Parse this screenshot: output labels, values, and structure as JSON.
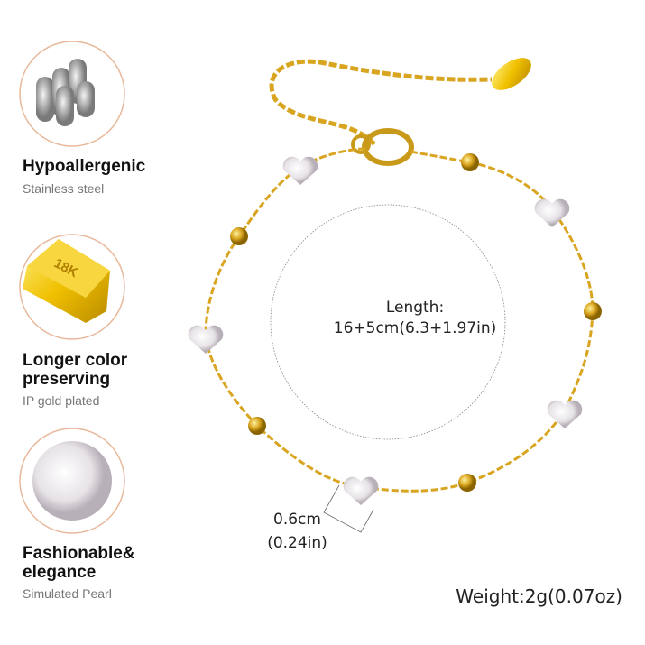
{
  "features": [
    {
      "title": "Hypoallergenic",
      "subtitle": "Stainless steel",
      "icon": "steel-rods-icon",
      "badge_text": ""
    },
    {
      "title": "Longer color preserving",
      "title_line1": "Longer color",
      "title_line2": "preserving",
      "subtitle": "IP gold plated",
      "icon": "gold-bar-icon",
      "badge_text": "18K"
    },
    {
      "title": "Fashionable& elegance",
      "title_line1": "Fashionable&",
      "title_line2": "elegance",
      "subtitle": "Simulated Pearl",
      "icon": "pearl-icon"
    }
  ],
  "product": {
    "length_label": "Length:",
    "length_value": "16+5cm(6.3+1.97in)",
    "charm_size_cm": "0.6cm",
    "charm_size_in": "(0.24in)",
    "weight": "Weight:2g(0.07oz)"
  },
  "colors": {
    "gold": "#d9a520",
    "circle_border": "#e8b89a",
    "pearl": "#f2eef2"
  }
}
